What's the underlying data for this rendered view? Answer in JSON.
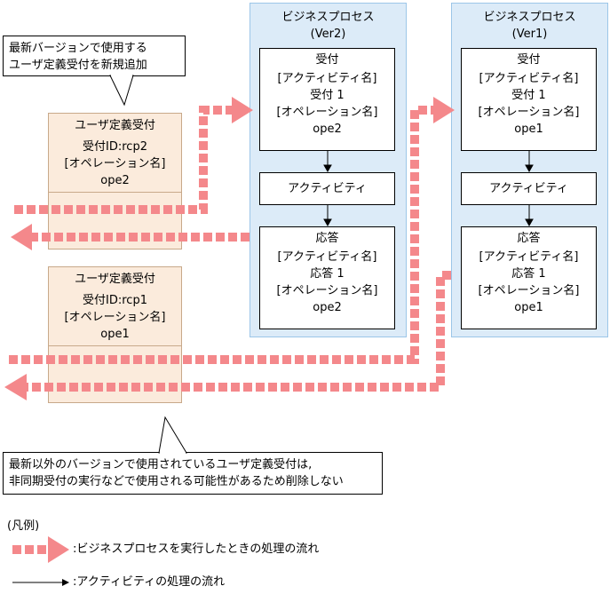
{
  "process_v2": {
    "title_line1": "ビジネスプロセス",
    "title_line2": "(Ver2)",
    "receive": {
      "title": "受付",
      "line1": "[アクティビティ名]",
      "line2": "受付 1",
      "line3": "[オペレーション名]",
      "line4": "ope2"
    },
    "activity": {
      "title": "アクティビティ"
    },
    "response": {
      "title": "応答",
      "line1": "[アクティビティ名]",
      "line2": "応答 1",
      "line3": "[オペレーション名]",
      "line4": "ope2"
    }
  },
  "process_v1": {
    "title_line1": "ビジネスプロセス",
    "title_line2": "(Ver1)",
    "receive": {
      "title": "受付",
      "line1": "[アクティビティ名]",
      "line2": "受付 1",
      "line3": "[オペレーション名]",
      "line4": "ope1"
    },
    "activity": {
      "title": "アクティビティ"
    },
    "response": {
      "title": "応答",
      "line1": "[アクティビティ名]",
      "line2": "応答 1",
      "line3": "[オペレーション名]",
      "line4": "ope1"
    }
  },
  "udr_new": {
    "title": "ユーザ定義受付",
    "line1": "受付ID:rcp2",
    "line2": "[オペレーション名]",
    "line3": "ope2"
  },
  "udr_old": {
    "title": "ユーザ定義受付",
    "line1": "受付ID:rcp1",
    "line2": "[オペレーション名]",
    "line3": "ope1"
  },
  "callout_top": {
    "line1": "最新バージョンで使用する",
    "line2": "ユーザ定義受付を新規追加"
  },
  "callout_bottom": {
    "line1": "最新以外のバージョンで使用されているユーザ定義受付は,",
    "line2": "非同期受付の実行などで使用される可能性があるため削除しない"
  },
  "legend": {
    "title": "(凡例)",
    "process_flow": ":ビジネスプロセスを実行したときの処理の流れ",
    "activity_flow": ":アクティビティの処理の流れ"
  },
  "colors": {
    "process_bg": "#dcebf8",
    "udr_bg": "#fbebdc",
    "flow_arrow": "#f4888b"
  }
}
